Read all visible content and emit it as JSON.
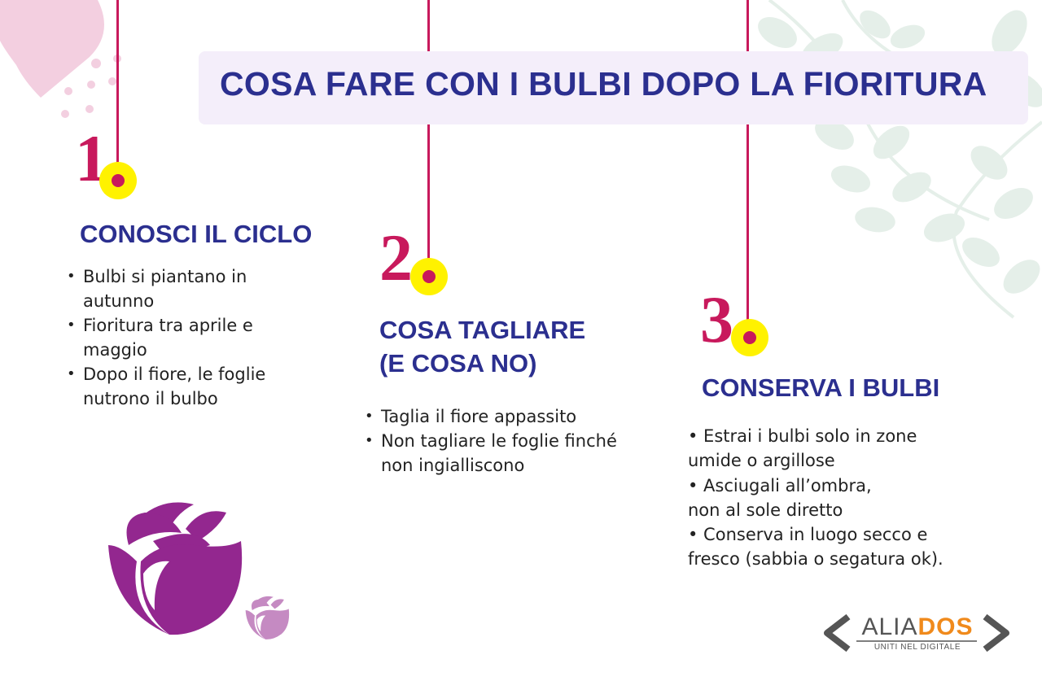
{
  "title": "COSA FARE CON I BULBI DOPO LA FIORITURA",
  "colors": {
    "title_text": "#2b2f8f",
    "title_bg": "#f4eefa",
    "accent_magenta": "#c8195c",
    "accent_yellow": "#fff200",
    "flower_purple": "#93278f",
    "flower_light": "#c58ac2",
    "leaf_green": "#e5efe9",
    "petal_pink": "#f3cfe0",
    "logo_orange": "#f08a1c"
  },
  "steps": [
    {
      "number": "1",
      "heading": "CONOSCI IL CICLO",
      "bullets": [
        "Bulbi si piantano in autunno",
        "Fioritura tra aprile e maggio",
        "Dopo il fiore, le foglie nutrono il bulbo"
      ]
    },
    {
      "number": "2",
      "heading_line1": "COSA TAGLIARE",
      "heading_line2": "(E COSA NO)",
      "bullets": [
        "Taglia il fiore appassito",
        "Non tagliare le foglie finché non ingialliscono"
      ]
    },
    {
      "number": "3",
      "heading": "CONSERVA I BULBI",
      "lines": [
        "• Estrai i bulbi solo in zone",
        "umide o argillose",
        "• Asciugali all’ombra,",
        "non al sole diretto",
        "• Conserva in luogo secco e",
        "fresco (sabbia o segatura ok)."
      ]
    }
  ],
  "logo": {
    "part1": "ALIA",
    "part2": "DOS",
    "tagline": "UNITI NEL DIGITALE"
  },
  "icons": [
    "rose-icon",
    "small-rose-icon",
    "leaf-branch-icon",
    "petal-icon"
  ]
}
